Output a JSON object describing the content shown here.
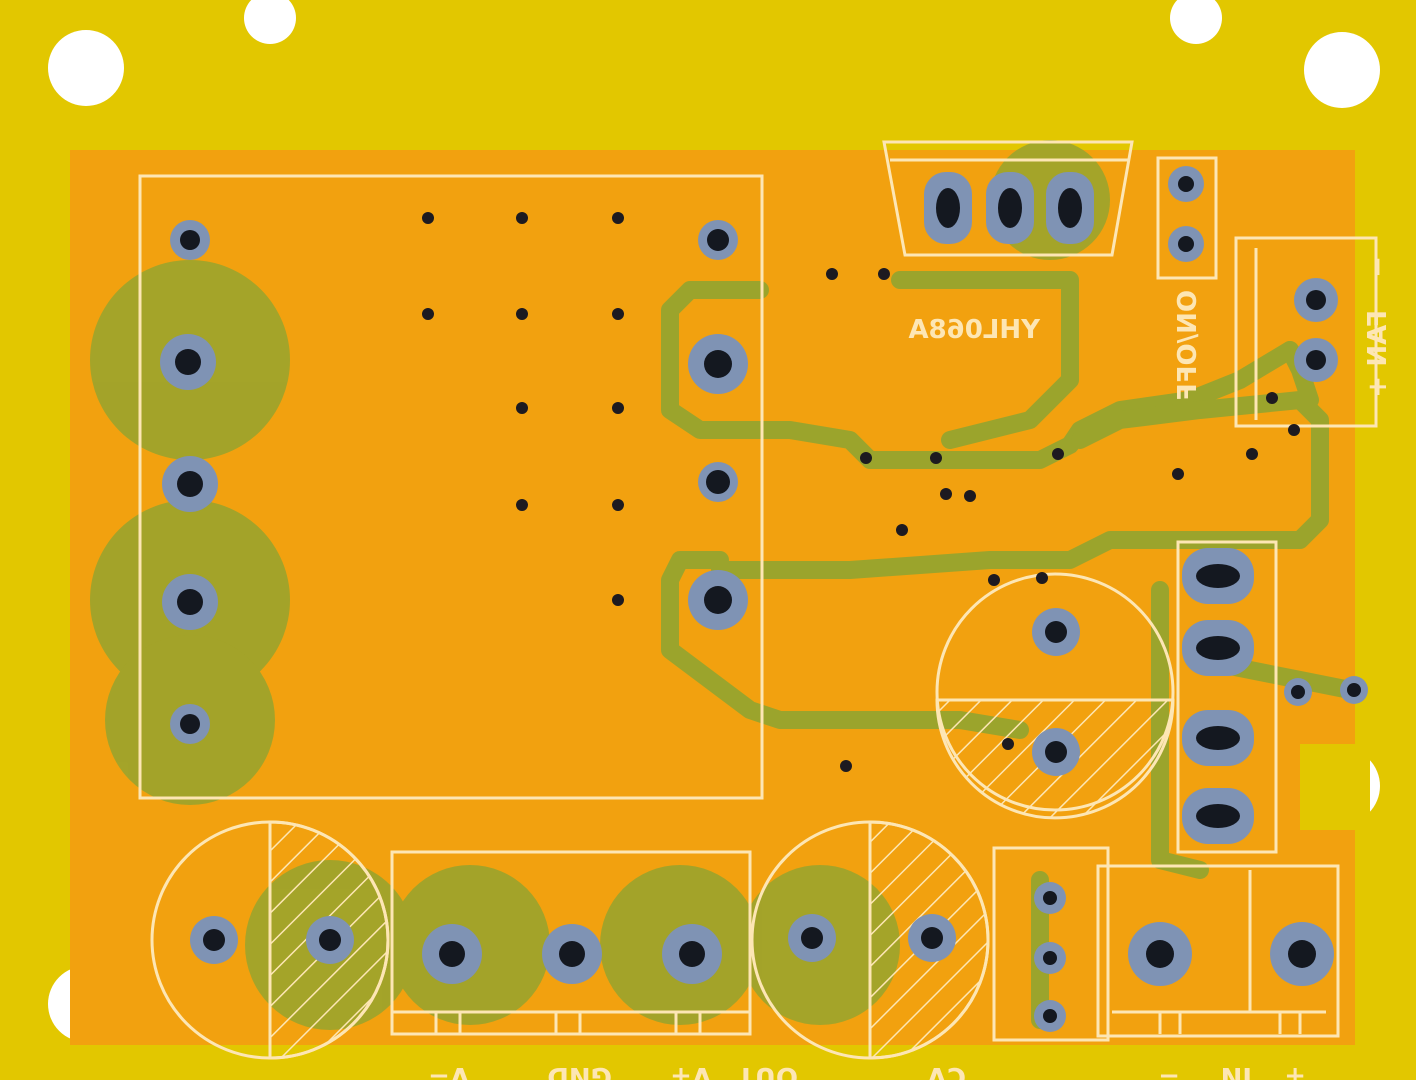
{
  "board": {
    "substrate_color": "#e2c700",
    "copper_color": "#f2a10f",
    "trace_color": "#9ba42c",
    "silkscreen_color": "#fde6b4",
    "pad_color": "#7f93b4"
  },
  "silkscreen": {
    "model_label": "YHL068A",
    "switch_label": "ON/OFF",
    "fan_label": "FAN",
    "fan_plus": "+",
    "fan_minus": "−",
    "out_label": "OUT",
    "v_plus": "V+",
    "gnd_label": "GND",
    "v_minus": "V−",
    "cv_label": "CV",
    "in_label": "IN",
    "in_plus": "+",
    "in_minus": "−"
  }
}
